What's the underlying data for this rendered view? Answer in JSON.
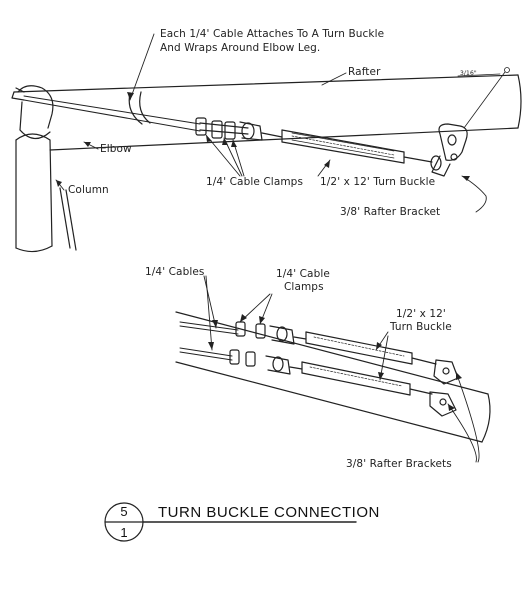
{
  "top_view": {
    "note_line1": "Each 1/4' Cable Attaches To A Turn Buckle",
    "note_line2": "And Wraps Around Elbow Leg.",
    "rafter": "Rafter",
    "dimension": "3/16\"",
    "elbow": "Elbow",
    "column": "Column",
    "cable_clamps": "1/4' Cable Clamps",
    "turn_buckle": "1/2' x 12' Turn Buckle",
    "rafter_bracket": "3/8' Rafter Bracket"
  },
  "bottom_view": {
    "cables": "1/4' Cables",
    "clamps_line1": "1/4' Cable",
    "clamps_line2": "Clamps",
    "turn_buckle_line1": "1/2' x 12'",
    "turn_buckle_line2": "Turn Buckle",
    "rafter_brackets": "3/8' Rafter Brackets"
  },
  "detail_tag": {
    "number": "5",
    "sheet": "1",
    "title": "TURN BUCKLE CONNECTION"
  }
}
